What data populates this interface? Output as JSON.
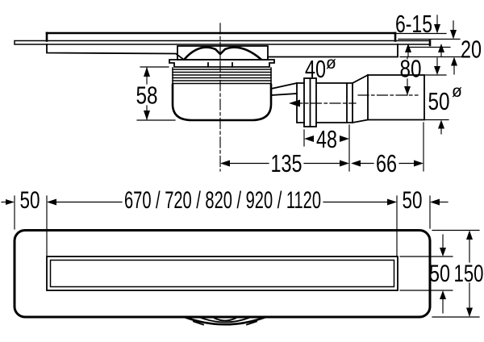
{
  "app": {
    "type": "technical-drawing",
    "background": "#ffffff",
    "line_color": "#000000"
  },
  "side_view": {
    "name": "sectional view of shower channel with trap and outlet pipe",
    "dims": {
      "tile": "6-15",
      "edge": "20",
      "depth": "80",
      "trap_height": "58",
      "dia_small": "40",
      "dia_large": "50",
      "dia_sym": "ø",
      "seg": "48",
      "to_cone": "135",
      "tail": "66"
    }
  },
  "plan_view": {
    "name": "top view of shower channel",
    "dims": {
      "margin_left": "50",
      "lengths": "670 / 720 / 820 / 920 / 1120",
      "margin_right": "50",
      "grate_width": "50",
      "body_width": "150"
    }
  }
}
